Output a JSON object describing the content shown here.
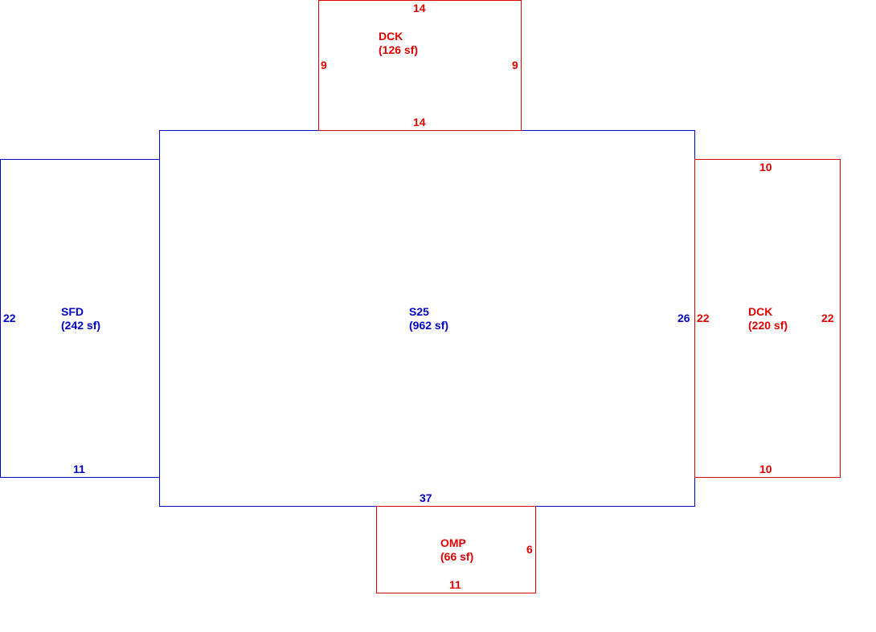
{
  "colors": {
    "main": "#0000cc",
    "secondary": "#dd0000"
  },
  "areas": {
    "s25": {
      "code": "S25",
      "area": "(962 sf)",
      "dim_right": "26",
      "dim_bottom": "37"
    },
    "sfd": {
      "code": "SFD",
      "area": "(242 sf)",
      "dim_left": "22",
      "dim_bottom": "11"
    },
    "dck_top": {
      "code": "DCK",
      "area": "(126 sf)",
      "dim_top": "14",
      "dim_bottom": "14",
      "dim_left": "9",
      "dim_right": "9"
    },
    "dck_right": {
      "code": "DCK",
      "area": "(220 sf)",
      "dim_top": "10",
      "dim_bottom": "10",
      "dim_left": "22",
      "dim_right": "22"
    },
    "omp": {
      "code": "OMP",
      "area": "(66 sf)",
      "dim_right": "6",
      "dim_bottom": "11"
    }
  }
}
